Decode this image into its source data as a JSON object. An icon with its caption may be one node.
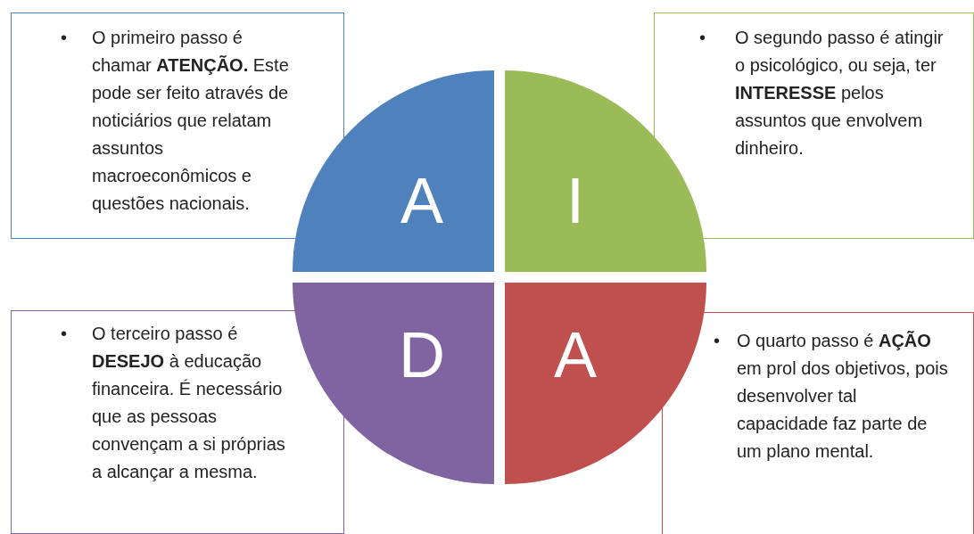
{
  "diagram": {
    "nodes": [
      {
        "text": [
          "•",
          "O primeiro passo é chamar **ATENÇÃO.** Este pode ser feito através de noticiários que relatam assuntos macroeconômicos e questões nacionais."
        ]
      },
      {
        "text": [
          "A"
        ]
      },
      {
        "text": [
          "I"
        ]
      },
      {
        "text": [
          "•",
          "O segundo passo é atingir o psicológico, ou seja, ter **INTERESSE** pelos assuntos que envolvem dinheiro."
        ]
      },
      {
        "text": [
          "•",
          "O terceiro passo é **DESEJO** à educação financeira. É necessário que as pessoas convençam a si próprias a alcançar a mesma."
        ]
      },
      {
        "text": [
          "D"
        ]
      },
      {
        "text": [
          "A"
        ]
      },
      {
        "text": [
          "•",
          "O quarto passo é **AÇÃO** em prol dos objetivos, pois desenvolver tal capacidade faz parte de um plano mental."
        ]
      }
    ]
  }
}
